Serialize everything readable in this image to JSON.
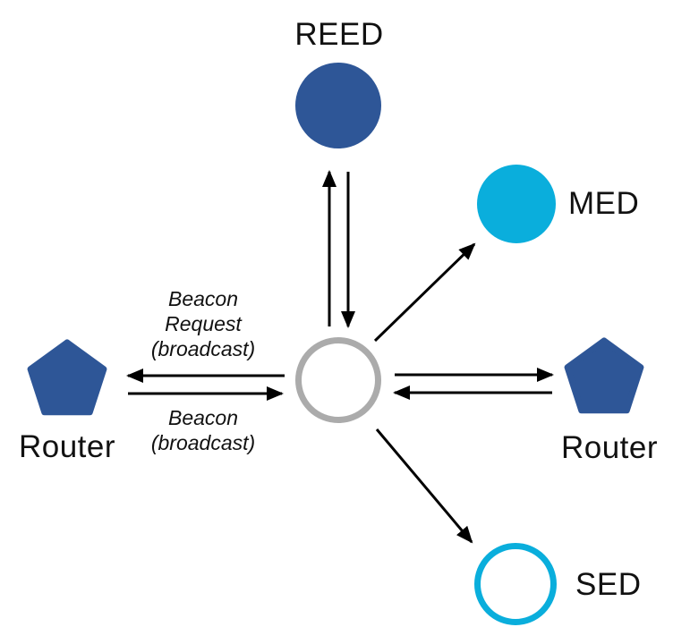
{
  "colors": {
    "dark_blue": "#2E5697",
    "cyan": "#0AAEDC",
    "node_gray": "#ABABAB",
    "line_black": "#000000",
    "text_black": "#111111"
  },
  "nodes": {
    "reed": {
      "label": "REED",
      "shape": "filled-circle",
      "color": "#2E5697"
    },
    "med": {
      "label": "MED",
      "shape": "filled-circle",
      "color": "#0AAEDC"
    },
    "sed": {
      "label": "SED",
      "shape": "outlined-circle",
      "color": "#0AAEDC"
    },
    "router_left": {
      "label": "Router",
      "shape": "pentagon",
      "color": "#2E5697"
    },
    "router_right": {
      "label": "Router",
      "shape": "pentagon",
      "color": "#2E5697"
    },
    "joiner": {
      "label": "",
      "shape": "outlined-circle",
      "color": "#ABABAB"
    }
  },
  "edge_labels": {
    "beacon_request": {
      "line1": "Beacon",
      "line2": "Request",
      "line3": "(broadcast)"
    },
    "beacon": {
      "line1": "Beacon",
      "line2": "(broadcast)"
    }
  },
  "edges": [
    {
      "from": "joiner",
      "to": "reed"
    },
    {
      "from": "reed",
      "to": "joiner"
    },
    {
      "from": "joiner",
      "to": "med"
    },
    {
      "from": "joiner",
      "to": "router_left",
      "label": "Beacon Request (broadcast)"
    },
    {
      "from": "router_left",
      "to": "joiner",
      "label": "Beacon (broadcast)"
    },
    {
      "from": "joiner",
      "to": "router_right"
    },
    {
      "from": "router_right",
      "to": "joiner"
    },
    {
      "from": "joiner",
      "to": "sed"
    }
  ]
}
